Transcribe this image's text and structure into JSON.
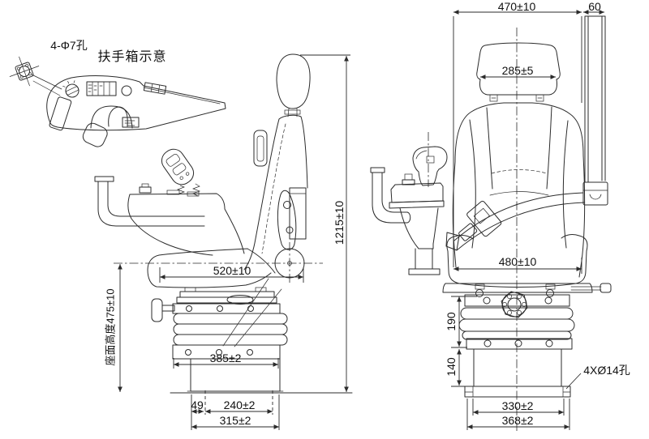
{
  "drawing": {
    "type": "engineering-seat-drawing",
    "background": "#ffffff",
    "line_color": "#2b2b2b",
    "labels": {
      "flange_holes": "4-Φ7孔",
      "armrest_title": "扶手箱示意",
      "base_holes": "4XØ14孔",
      "seat_height": "座面高度475±10"
    },
    "dims": {
      "backrest_width": "470±10",
      "belt_rail_width": "60",
      "headrest_width": "285±5",
      "overall_height": "1215±10",
      "seat_depth": "520±10",
      "cushion_width": "480±10",
      "suspension_plate_width": "385±2",
      "suspension_height": "190",
      "pedestal_height": "140",
      "base_edge_offset": "49",
      "base_hole_spacing_side": "240±2",
      "base_width_side": "315±2",
      "base_hole_spacing_front": "330±2",
      "base_width_front": "368±2"
    }
  }
}
